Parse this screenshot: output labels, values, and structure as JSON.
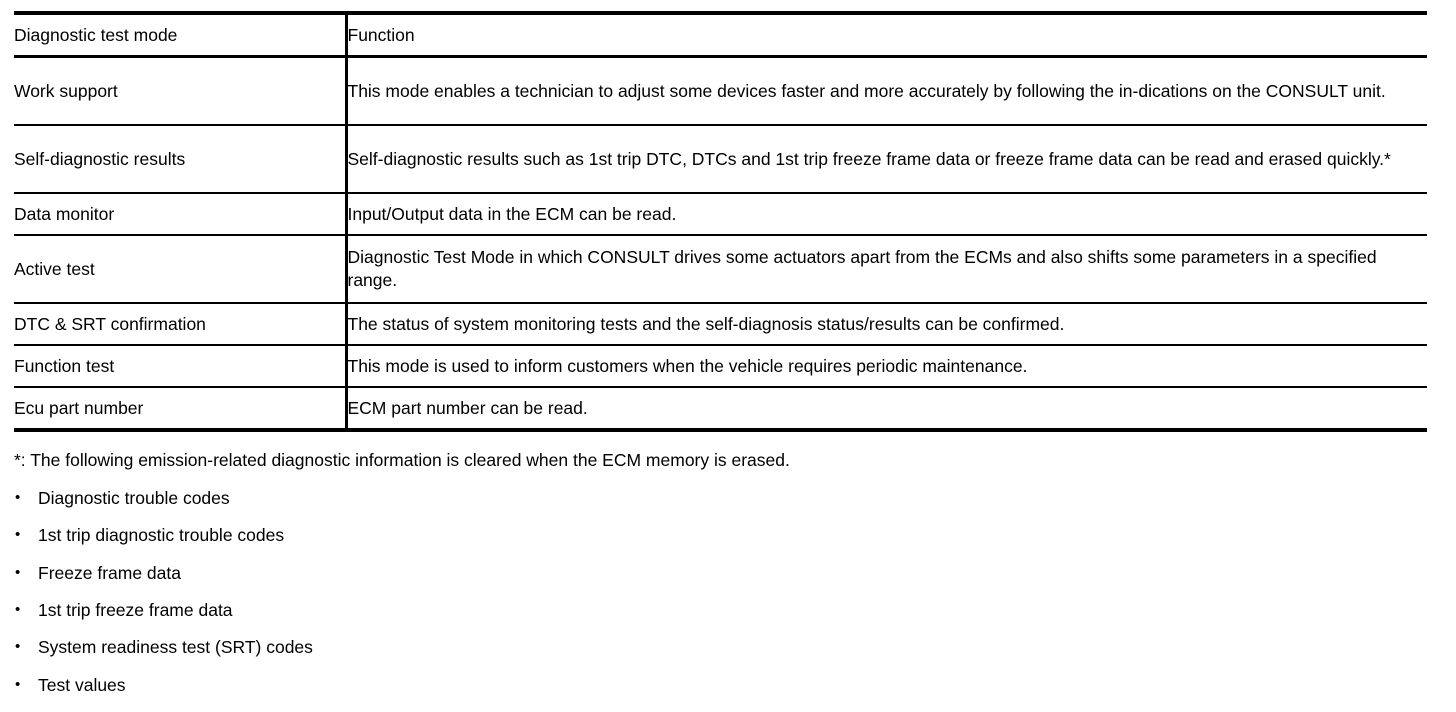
{
  "table": {
    "headers": [
      "Diagnostic test mode",
      "Function"
    ],
    "rows": [
      {
        "mode": "Work support",
        "function": "This mode enables a technician to adjust some devices faster and more accurately by following the in-dications on the CONSULT unit.",
        "size": "tall"
      },
      {
        "mode": "Self-diagnostic results",
        "function": "Self-diagnostic results such as 1st trip DTC, DTCs and 1st trip freeze frame data or freeze frame data can be read and erased quickly.*",
        "size": "tall"
      },
      {
        "mode": "Data monitor",
        "function": "Input/Output data in the ECM can be read.",
        "size": "short"
      },
      {
        "mode": "Active test",
        "function": "Diagnostic Test Mode in which CONSULT drives some actuators apart from the ECMs and also shifts some parameters in a specified range.",
        "size": "tall"
      },
      {
        "mode": "DTC & SRT confirmation",
        "function": "The status of system monitoring tests and the self-diagnosis status/results can be confirmed.",
        "size": "short"
      },
      {
        "mode": "Function test",
        "function": "This mode is used to inform customers when the vehicle requires periodic maintenance.",
        "size": "short"
      },
      {
        "mode": "Ecu part number",
        "function": "ECM part number can be read.",
        "size": "short"
      }
    ]
  },
  "notes": {
    "footnote": "*: The following emission-related diagnostic information is cleared when the ECM memory is erased.",
    "bullet_marker": "•",
    "items": [
      "Diagnostic trouble codes",
      "1st trip diagnostic trouble codes",
      "Freeze frame data",
      "1st trip freeze frame data",
      "System readiness test (SRT) codes",
      "Test values"
    ]
  },
  "colors": {
    "text": "#000000",
    "background": "#ffffff",
    "rule": "#000000"
  }
}
